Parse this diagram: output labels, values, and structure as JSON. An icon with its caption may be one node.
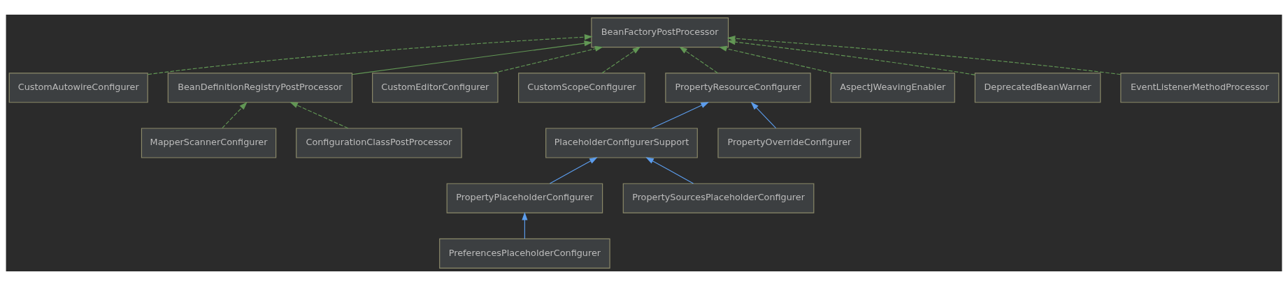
{
  "diagram": {
    "nodes": [
      {
        "text": [
          "BeanFactoryPostProcessor"
        ]
      },
      {
        "text": [
          "CustomAutowireConfigurer"
        ]
      },
      {
        "text": [
          "BeanDefinitionRegistryPostProcessor"
        ]
      },
      {
        "text": [
          "CustomEditorConfigurer"
        ]
      },
      {
        "text": [
          "CustomScopeConfigurer"
        ]
      },
      {
        "text": [
          "PropertyResourceConfigurer"
        ]
      },
      {
        "text": [
          "AspectJWeavingEnabler"
        ]
      },
      {
        "text": [
          "DeprecatedBeanWarner"
        ]
      },
      {
        "text": [
          "EventListenerMethodProcessor"
        ]
      },
      {
        "text": [
          "MapperScannerConfigurer"
        ]
      },
      {
        "text": [
          "ConfigurationClassPostProcessor"
        ]
      },
      {
        "text": [
          "PlaceholderConfigurerSupport"
        ]
      },
      {
        "text": [
          "PropertyOverrideConfigurer"
        ]
      },
      {
        "text": [
          "PropertyPlaceholderConfigurer"
        ]
      },
      {
        "text": [
          "PropertySourcesPlaceholderConfigurer"
        ]
      },
      {
        "text": [
          "PreferencesPlaceholderConfigurer"
        ]
      }
    ],
    "edges": [
      {
        "from": 1,
        "to": 0,
        "arrow": "to",
        "style": "dashed"
      },
      {
        "from": 2,
        "to": 0,
        "arrow": "to"
      },
      {
        "from": 3,
        "to": 0,
        "arrow": "to",
        "style": "dashed"
      },
      {
        "from": 4,
        "to": 0,
        "arrow": "to",
        "style": "dashed"
      },
      {
        "from": 5,
        "to": 0,
        "arrow": "to",
        "style": "dashed"
      },
      {
        "from": 6,
        "to": 0,
        "arrow": "to",
        "style": "dashed"
      },
      {
        "from": 7,
        "to": 0,
        "arrow": "to",
        "style": "dashed"
      },
      {
        "from": 8,
        "to": 0,
        "arrow": "to",
        "style": "dashed"
      },
      {
        "from": 9,
        "to": 2,
        "arrow": "to",
        "style": "dashed"
      },
      {
        "from": 10,
        "to": 2,
        "arrow": "to",
        "style": "dashed"
      },
      {
        "from": 11,
        "to": 5,
        "arrow": "to",
        "color": "#5c9ded"
      },
      {
        "from": 12,
        "to": 5,
        "arrow": "to",
        "color": "#5c9ded"
      },
      {
        "from": 13,
        "to": 11,
        "arrow": "to",
        "color": "#5c9ded"
      },
      {
        "from": 14,
        "to": 11,
        "arrow": "to",
        "color": "#5c9ded"
      },
      {
        "from": 15,
        "to": 13,
        "arrow": "to",
        "color": "#5c9ded"
      }
    ]
  }
}
